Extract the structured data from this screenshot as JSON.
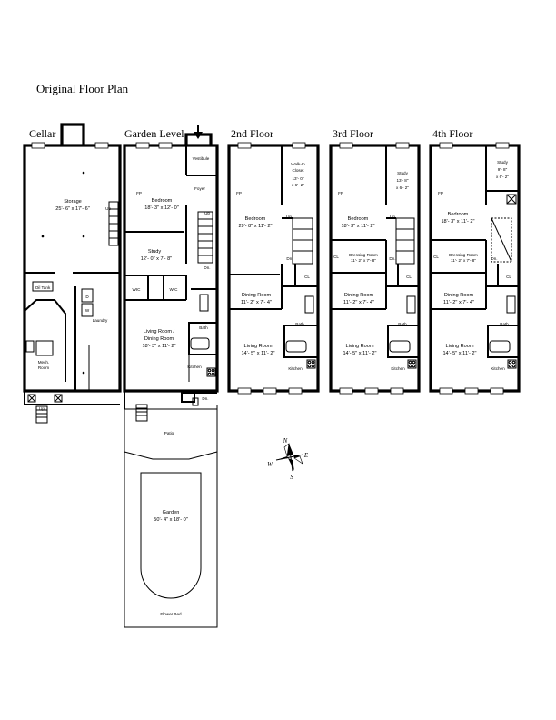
{
  "title": "Original Floor Plan",
  "floor_labels": {
    "cellar": "Cellar",
    "garden": "Garden Level",
    "second": "2nd Floor",
    "third": "3rd Floor",
    "fourth": "4th Floor"
  },
  "cellar": {
    "storage": "Storage",
    "storage_dim": "25'- 6\" x 17'- 6\"",
    "oil_tank": "Oil Tank",
    "laundry": "Laundry",
    "mech_room_1": "Mech.",
    "mech_room_2": "Room",
    "up1": "Up",
    "up2": "Up",
    "d": "D",
    "w": "W"
  },
  "garden": {
    "vestibule": "Vestibule",
    "foyer": "Foyer",
    "fp": "FP",
    "bedroom": "Bedroom",
    "bedroom_dim": "18'- 3\" x 12'- 0\"",
    "study": "Study",
    "study_dim": "12'- 0\" x 7'- 8\"",
    "up": "Up",
    "dn1": "Dn.",
    "wic1": "WIC",
    "wic2": "WIC",
    "living_1": "Living Room /",
    "living_2": "Dining Room",
    "living_dim": "18'- 3\" x 11'- 2\"",
    "bath": "Bath",
    "kitchen": "Kitchen",
    "dn2": "Dn.",
    "patio": "Patio",
    "garden_label": "Garden",
    "garden_dim": "50'- 4\" x 18'- 0\"",
    "flower_bed": "Flower Bed"
  },
  "second": {
    "walkin_1": "Walk-In",
    "walkin_2": "Closet",
    "walkin_dim1": "13'- 0\"",
    "walkin_dim2": "x 6'- 2\"",
    "fp": "FP",
    "bedroom": "Bedroom",
    "bedroom_dim": "29'- 8\" x 11'- 2\"",
    "up": "Up",
    "dn": "Dn.",
    "cl": "CL",
    "dining": "Dining Room",
    "dining_dim": "11'- 2\" x 7'- 4\"",
    "bath": "Bath",
    "living": "Living Room",
    "living_dim": "14'- 5\" x 11'- 2\"",
    "kitchen": "Kitchen"
  },
  "third": {
    "study": "Study",
    "study_dim1": "13'- 8\"",
    "study_dim2": "x 6'- 2\"",
    "fp": "FP",
    "bedroom": "Bedroom",
    "bedroom_dim": "18'- 3\" x 11'- 2\"",
    "up": "Up",
    "dn": "Dn.",
    "cl1": "CL",
    "dressing": "Dressing Room",
    "dressing_dim": "11'- 2\" x 7'- 8\"",
    "cl2": "CL",
    "dining": "Dining Room",
    "dining_dim": "11'- 2\" x 7'- 4\"",
    "bath": "Bath",
    "living": "Living Room",
    "living_dim": "14'- 5\" x 11'- 2\"",
    "kitchen": "Kitchen"
  },
  "fourth": {
    "study": "Study",
    "study_dim1": "9'- 8\"",
    "study_dim2": "x 6'- 2\"",
    "fp": "FP",
    "bedroom": "Bedroom",
    "bedroom_dim": "18'- 3\" x 11'- 2\"",
    "dn": "Dn.",
    "cl1": "CL",
    "dressing": "Dressing Room",
    "dressing_dim": "11'- 2\" x 7'- 8\"",
    "cl2": "CL",
    "dining": "Dining Room",
    "dining_dim": "11'- 2\" x 7'- 4\"",
    "bath": "Bath",
    "living": "Living Room",
    "living_dim": "14'- 5\" x 11'- 2\"",
    "kitchen": "Kitchen"
  },
  "compass": {
    "n": "N",
    "e": "E",
    "s": "S",
    "w": "W"
  }
}
